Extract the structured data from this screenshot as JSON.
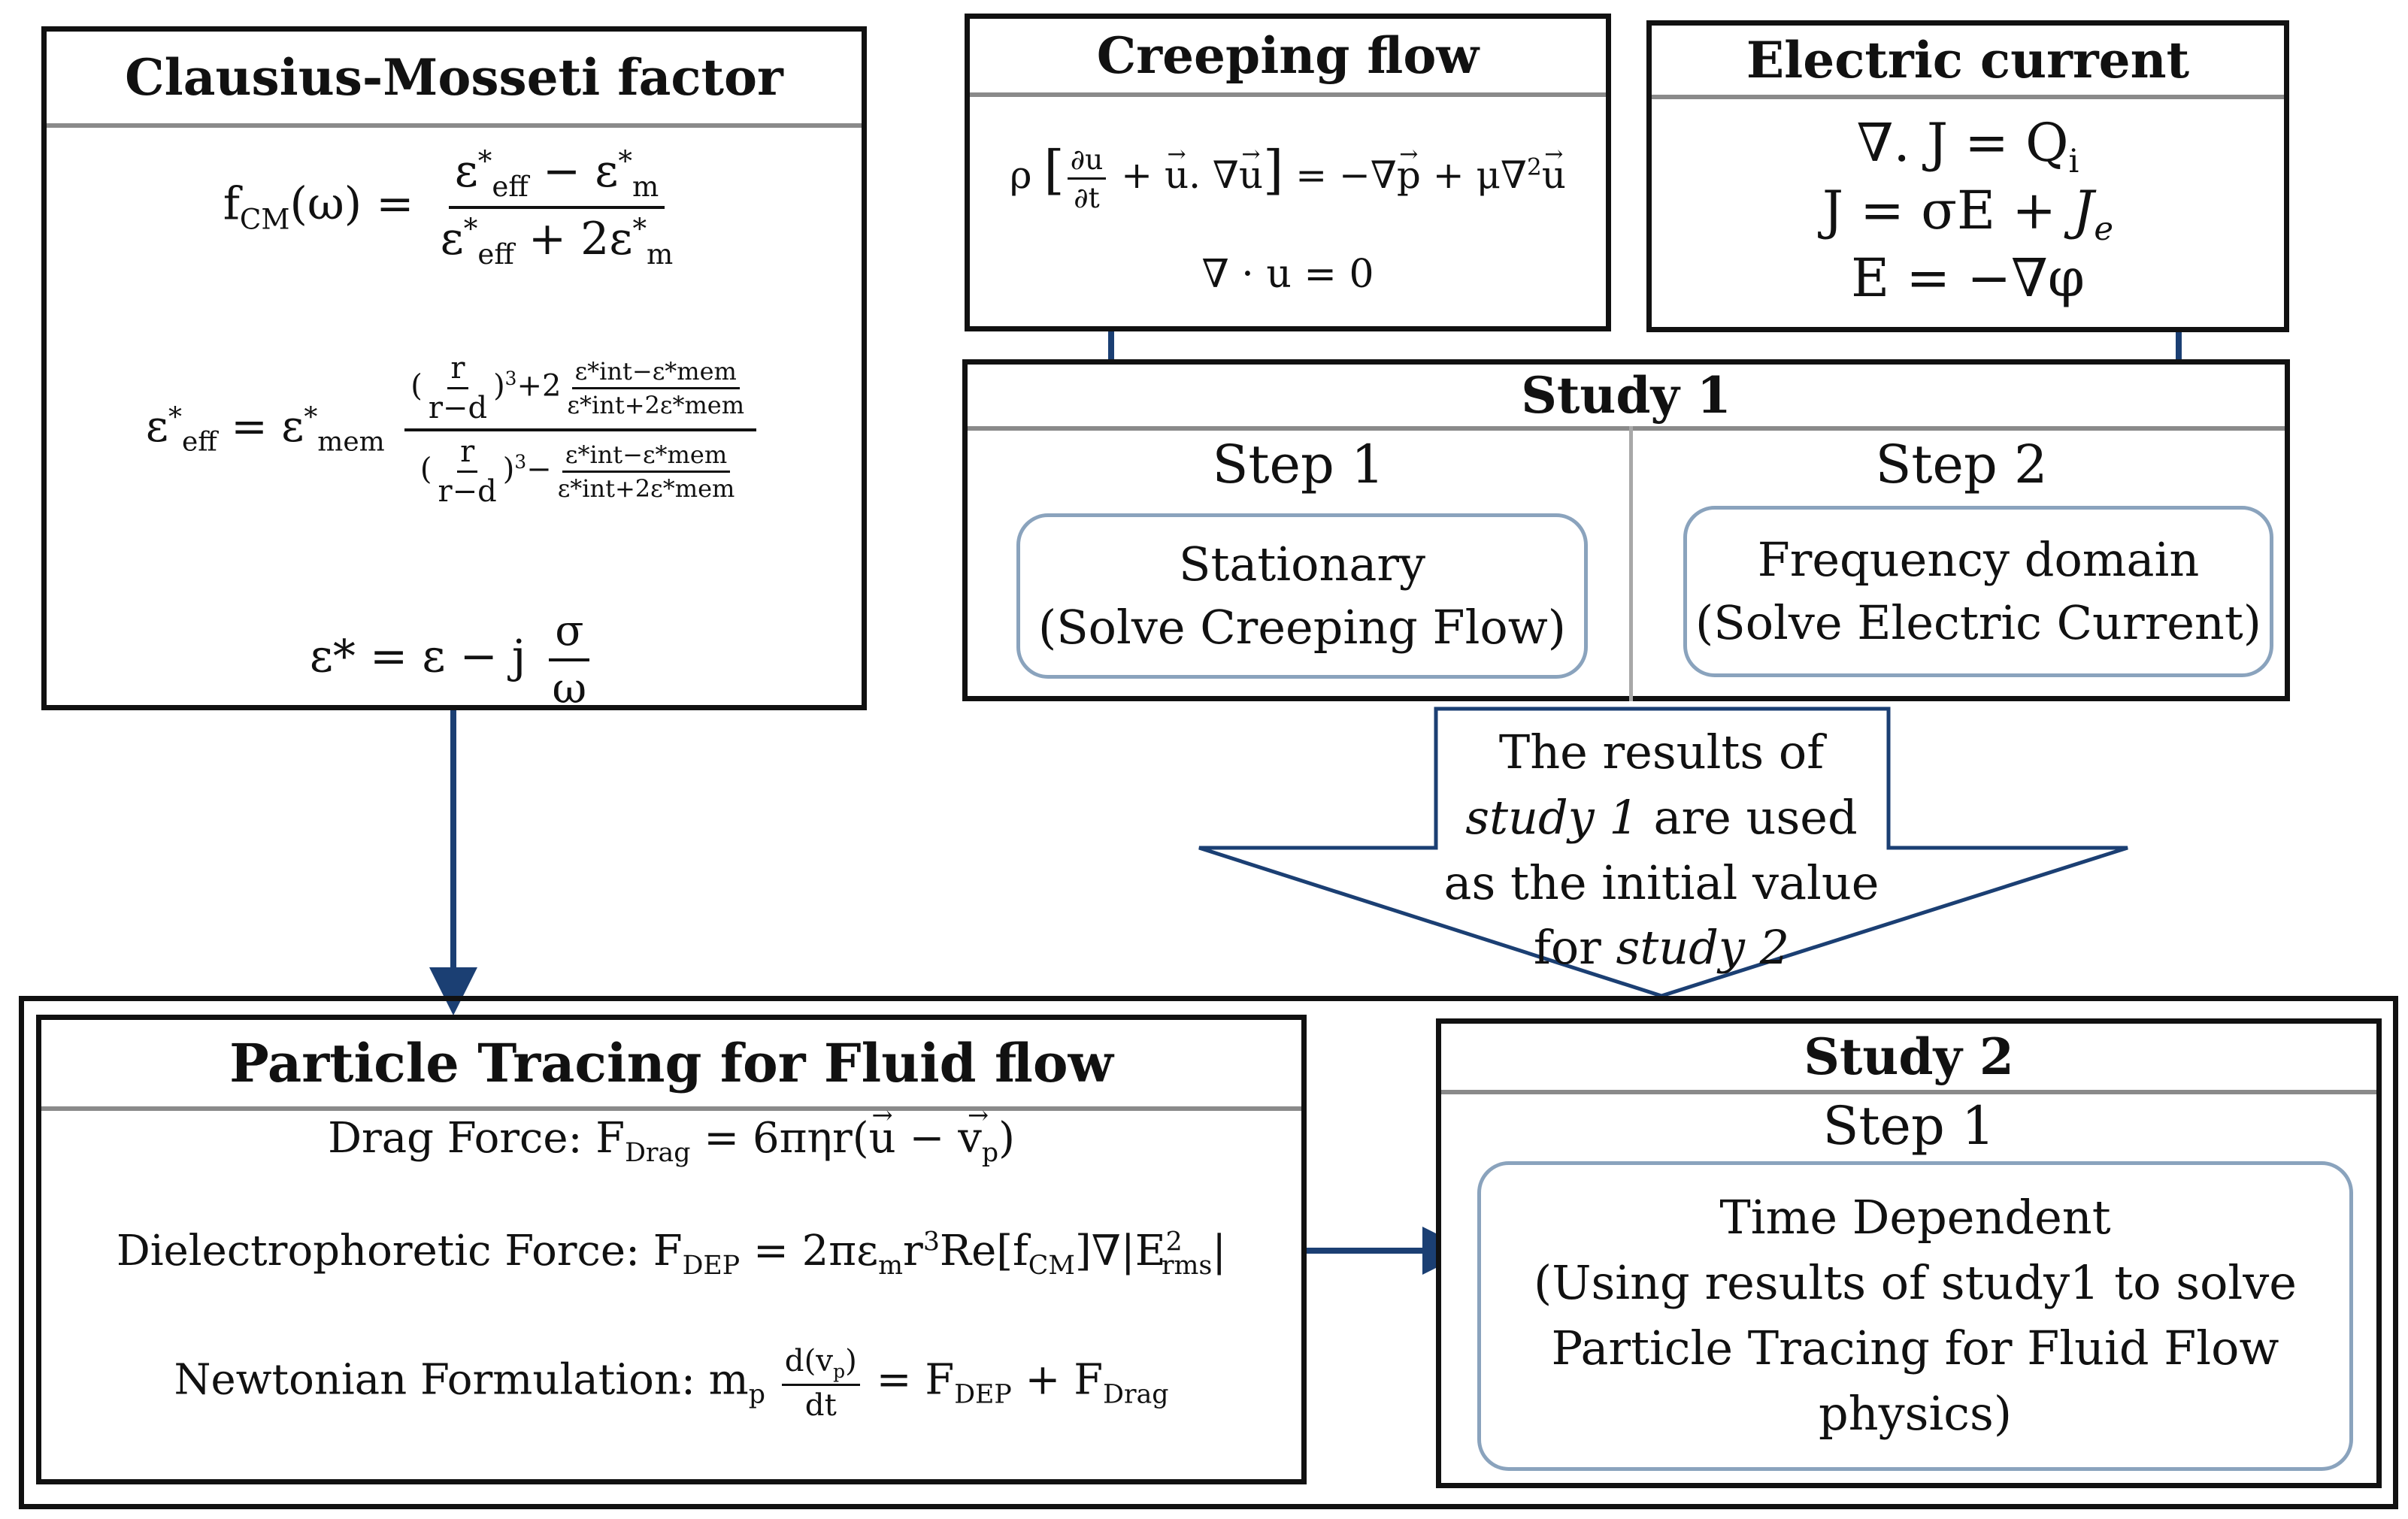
{
  "clausius": {
    "title": "Clausius-Mosseti factor",
    "cm_lhs": "f",
    "cm_lhs_sub": "CM",
    "cm_lhs_arg": "(ω) =",
    "cm_num_a": "ε",
    "cm_num_a_sub": "eff",
    "cm_num_op": " − ε",
    "cm_num_b_sub": "m",
    "cm_den_a": "ε",
    "cm_den_a_sub": "eff",
    "cm_den_op": " + 2ε",
    "cm_den_b_sub": "m",
    "eff_lhs": "ε",
    "eff_lhs_sub": "eff",
    "eff_eq": "= ε",
    "eff_mem_sub": "mem",
    "ratio_num": "r",
    "ratio_den": "r−d",
    "cube": "3",
    "plus2": "+2",
    "minus": "−",
    "in_num": "ε*int−ε*mem",
    "in_den": "ε*int+2ε*mem",
    "star_lhs": "ε* = ε − j",
    "star_num": "σ",
    "star_den": "ω"
  },
  "creeping": {
    "title": "Creeping flow",
    "rho": "ρ",
    "partial_num": "∂u",
    "partial_den": "∂t",
    "mid": " + ",
    "u": "u",
    "dot": ". ∇",
    "u2": "u",
    "rhs": "  = −∇",
    "p": "p",
    "mu": " + μ∇",
    "sq": "2",
    "u3": "u",
    "continuity": "∇ · u = 0"
  },
  "electric": {
    "title": "Electric current",
    "eq1": "∇. J = Q",
    "eq1_sub": "i",
    "eq2_a": "J =  σE + ",
    "eq2_je": "J",
    "eq2_je_sub": "e",
    "eq3": "E =  −∇φ"
  },
  "study1": {
    "title": "Study 1",
    "step1_label": "Step 1",
    "step1_line1": "Stationary",
    "step1_line2": "(Solve Creeping Flow)",
    "step2_label": "Step 2",
    "step2_line1": "Frequency domain",
    "step2_line2": "(Solve Electric Current)"
  },
  "transfer_arrow": {
    "line1": "The results of",
    "line2_italic": "study 1",
    "line2_rest": " are used",
    "line3": "as the initial value",
    "line4_pre": "for ",
    "line4_italic": "study 2"
  },
  "particle": {
    "title": "Particle Tracing for Fluid flow",
    "drag_label": "Drag Force: F",
    "drag_sub": "Drag",
    "drag_eq": " = 6πηr(",
    "drag_u": "u",
    "drag_minus": " − ",
    "drag_v": "v",
    "drag_v_sub": "p",
    "drag_close": ")",
    "dep_label": "Dielectrophoretic Force: F",
    "dep_sub": "DEP",
    "dep_eq": " = 2πε",
    "dep_m": "m",
    "dep_r": "r",
    "dep_cube": "3",
    "dep_re": "Re[f",
    "dep_cm": "CM",
    "dep_grad": "]∇|E",
    "dep_rms": "rms",
    "dep_sq": "2",
    "dep_close": "|",
    "newton_label": "Newtonian Formulation: m",
    "newton_p": "p",
    "newton_num": "d(v",
    "newton_num_sub": "p",
    "newton_num_close": ")",
    "newton_den": "dt",
    "newton_eq": " = F",
    "newton_dep": "DEP",
    "newton_plus": " + F",
    "newton_drag": "Drag"
  },
  "study2": {
    "title": "Study 2",
    "step1_label": "Step 1",
    "line1": "Time Dependent",
    "line2": "(Using results of study1 to solve",
    "line3": "Particle Tracing for Fluid Flow",
    "line4": "physics)"
  },
  "colors": {
    "arrow": "#1b3f73",
    "rounded_border": "#8aa3bd",
    "divider": "#8a8a8a"
  }
}
